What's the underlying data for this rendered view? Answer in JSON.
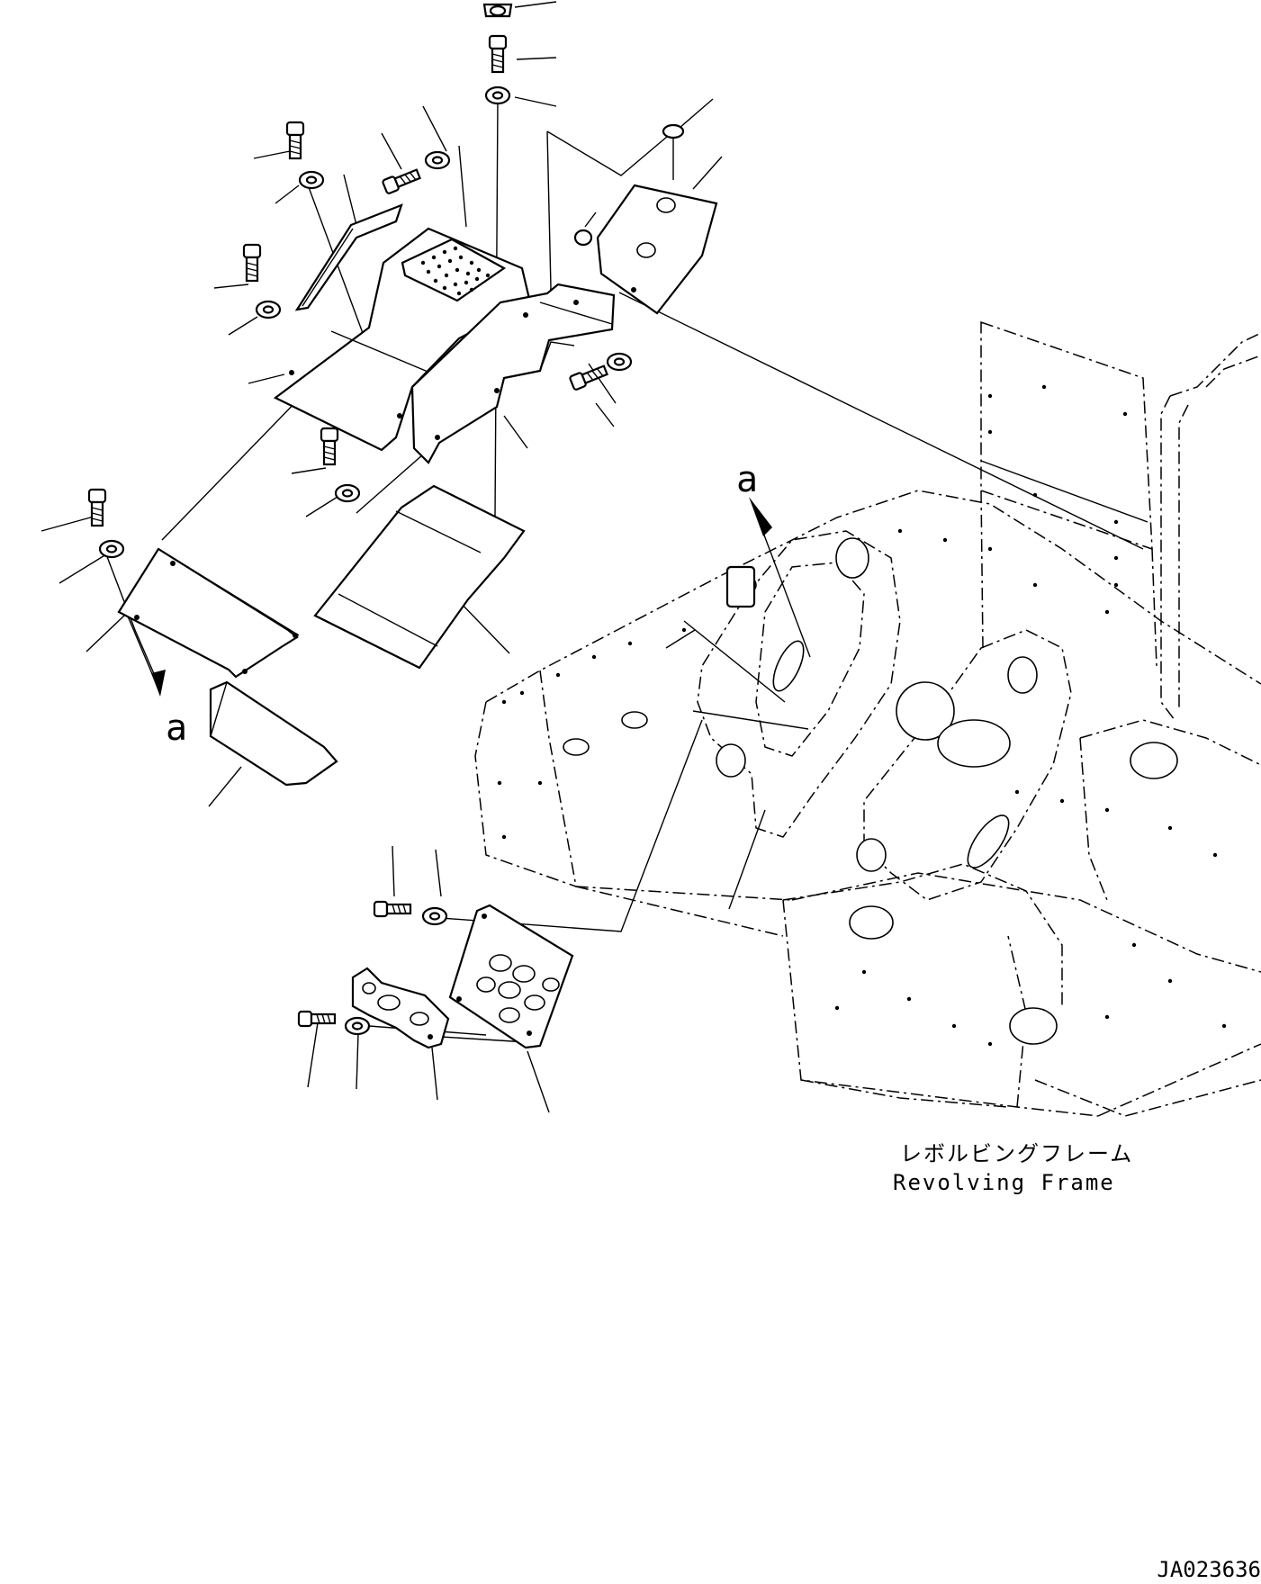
{
  "labels": {
    "view_marker_top": "a",
    "view_marker_bottom": "a",
    "frame_label_jp": "レボルビングフレーム",
    "frame_label_en": "Revolving Frame",
    "drawing_number": "JA023636"
  },
  "icons": {
    "bolt": "bolt-icon",
    "washer": "washer-icon",
    "cap_screw": "cap-screw-icon",
    "rubber_plug": "plug-icon"
  }
}
